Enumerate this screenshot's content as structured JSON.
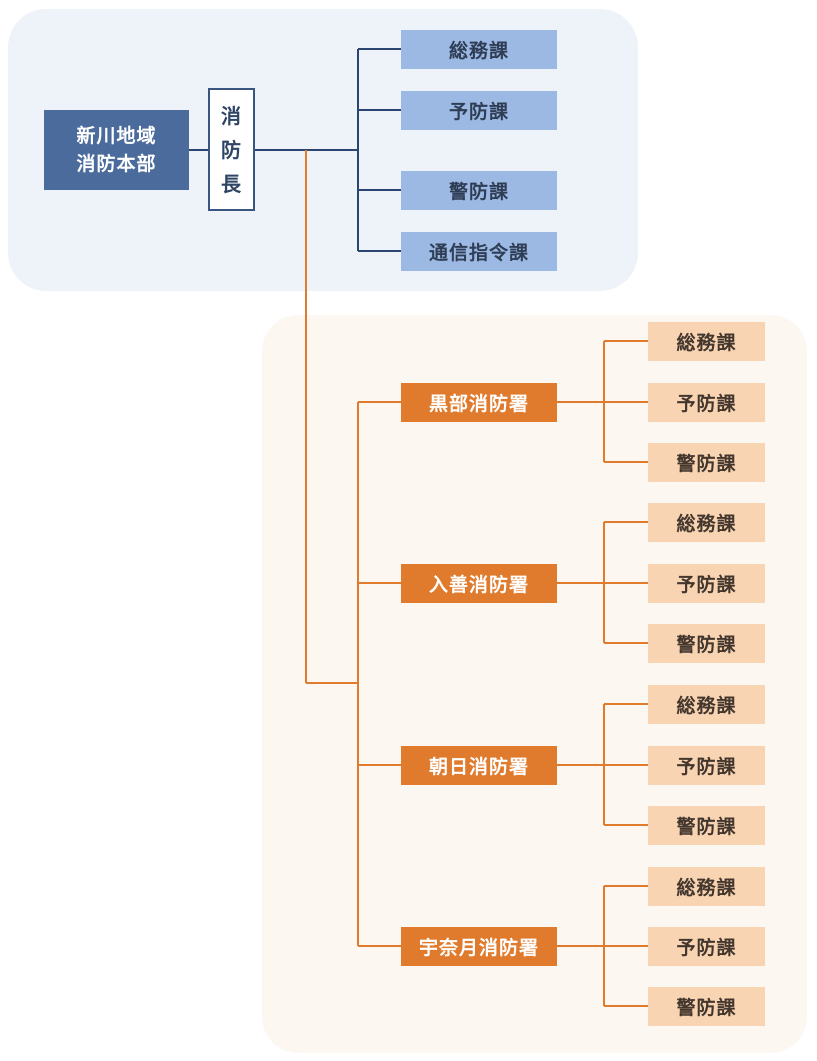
{
  "diagram": {
    "headquarters": {
      "line1": "新川地域",
      "line2": "消防本部"
    },
    "chief": {
      "chars": [
        "消",
        "防",
        "長"
      ]
    },
    "hq_departments": [
      "総務課",
      "予防課",
      "警防課",
      "通信指令課"
    ],
    "stations": [
      {
        "name": "黒部消防署",
        "departments": [
          "総務課",
          "予防課",
          "警防課"
        ]
      },
      {
        "name": "入善消防署",
        "departments": [
          "総務課",
          "予防課",
          "警防課"
        ]
      },
      {
        "name": "朝日消防署",
        "departments": [
          "総務課",
          "予防課",
          "警防課"
        ]
      },
      {
        "name": "宇奈月消防署",
        "departments": [
          "総務課",
          "予防課",
          "警防課"
        ]
      }
    ],
    "colors": {
      "hq_panel": "#eef2f9",
      "station_panel": "#fdf7f2",
      "hq_box": "#4a6b9b",
      "hq_dept_box": "#9cb9e4",
      "hq_line": "#2c4570",
      "station_box": "#e07b2d",
      "station_dept_box": "#f8d4b2",
      "station_line": "#e07b2d"
    }
  }
}
